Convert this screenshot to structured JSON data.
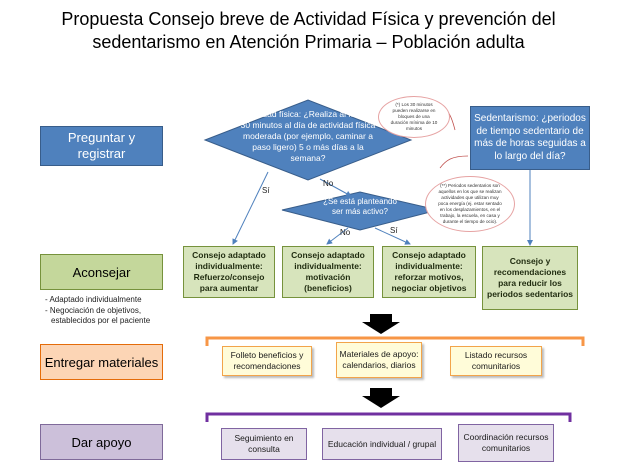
{
  "title": {
    "line1": "Propuesta Consejo breve de Actividad Física  y prevención del",
    "line2": "sedentarismo en Atención Primaria – Población adulta"
  },
  "stages": {
    "ask": "Preguntar y registrar",
    "advise": "Aconsejar",
    "materials": "Entregar materiales",
    "support": "Dar apoyo"
  },
  "advise_notes": [
    "- Adaptado individualmente",
    "- Negociación de objetivos,",
    "  establecidos por el paciente"
  ],
  "decision1": "Actividad física: ¿Realiza al menos 30 minutos al día de actividad física moderada (por ejemplo, caminar a paso ligero) 5 o más días a la semana?",
  "decision2": "¿Se está planteando ser más activo?",
  "note1": "(*) Los 30 minutos pueden realizarse en bloques de una duración mínima de 10 minutos",
  "sedentarism": "Sedentarismo: ¿periodos de tiempo sedentario de más de horas seguidas a lo largo del día?",
  "note2": "(**) Periodos sedentarios son aquellos en los que se realizan actividades que utilizan muy poca energía (ej. estar sentado en los desplazamientos, en el trabajo, la escuela, en casa y durante el tiempo de ocio).",
  "labels": {
    "si1": "Sí",
    "no1": "No",
    "no2": "No",
    "si2": "Sí"
  },
  "advice": [
    "Consejo adaptado individualmente: Refuerzo/consejo para aumentar",
    "Consejo adaptado individualmente: motivación (beneficios)",
    "Consejo adaptado individualmente: reforzar motivos, negociar objetivos",
    "Consejo y recomendaciones para reducir los periodos sedentarios"
  ],
  "materials": [
    "Folleto beneficios y recomendaciones",
    "Materiales de apoyo: calendarios, diarios",
    "Listado recursos comunitarios"
  ],
  "support": [
    "Seguimiento en consulta",
    "Educación individual / grupal",
    "Coordinación recursos comunitarios"
  ]
}
